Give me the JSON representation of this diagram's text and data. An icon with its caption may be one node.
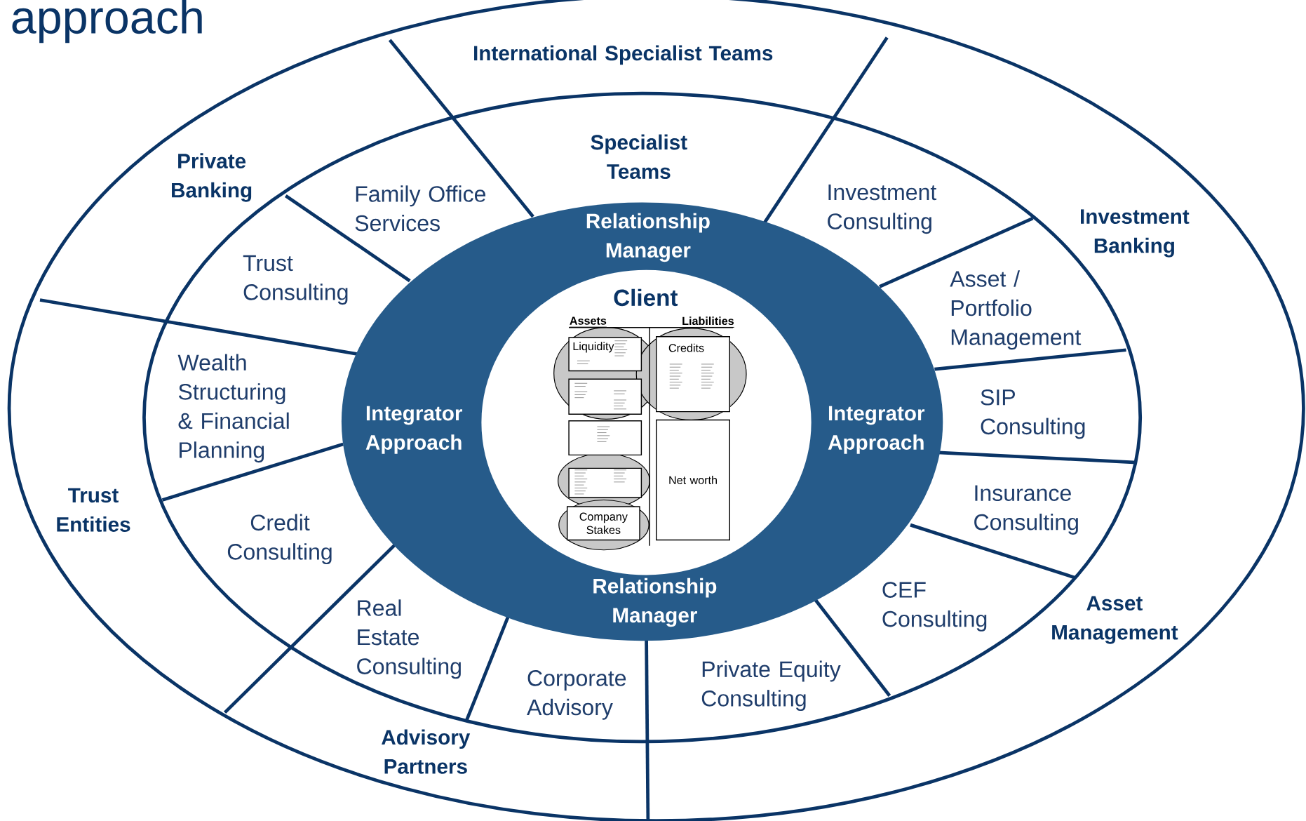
{
  "diagram": {
    "title": "approach",
    "nodes": [
      {
        "text": [
          "Relationship Manager",
          "Integrator Approach",
          "Integrator Approach",
          "Relationship Manager"
        ]
      },
      {
        "text": [
          "Client"
        ],
        "in": 0
      },
      {
        "text": [
          "Liquidity"
        ],
        "in": 1
      },
      {
        "text": [
          "Credits"
        ],
        "in": 1
      },
      {
        "text": [],
        "shape": "box",
        "in": 1
      },
      {
        "text": [],
        "shape": "box",
        "in": 1
      },
      {
        "text": [
          "Net worth"
        ],
        "in": 1
      },
      {
        "text": [],
        "shape": "box",
        "in": 1
      },
      {
        "text": [
          "Company Stakes"
        ],
        "in": 1
      }
    ],
    "labels": [
      "International Specialist Teams",
      "Specialist Teams",
      "Private Banking",
      "Family Office Services",
      "Investment Consulting",
      "Investment Banking",
      "Trust Consulting",
      "Asset / Portfolio Management",
      "Assets",
      "Liabilities",
      "Wealth Structuring & Financial Planning",
      "SIP Consulting",
      "Trust Entities",
      "Insurance Consulting",
      "Credit Consulting",
      "Real Estate Consulting",
      "CEF Consulting",
      "Asset Management",
      "Corporate Advisory",
      "Private Equity Consulting",
      "Advisory Partners"
    ]
  }
}
